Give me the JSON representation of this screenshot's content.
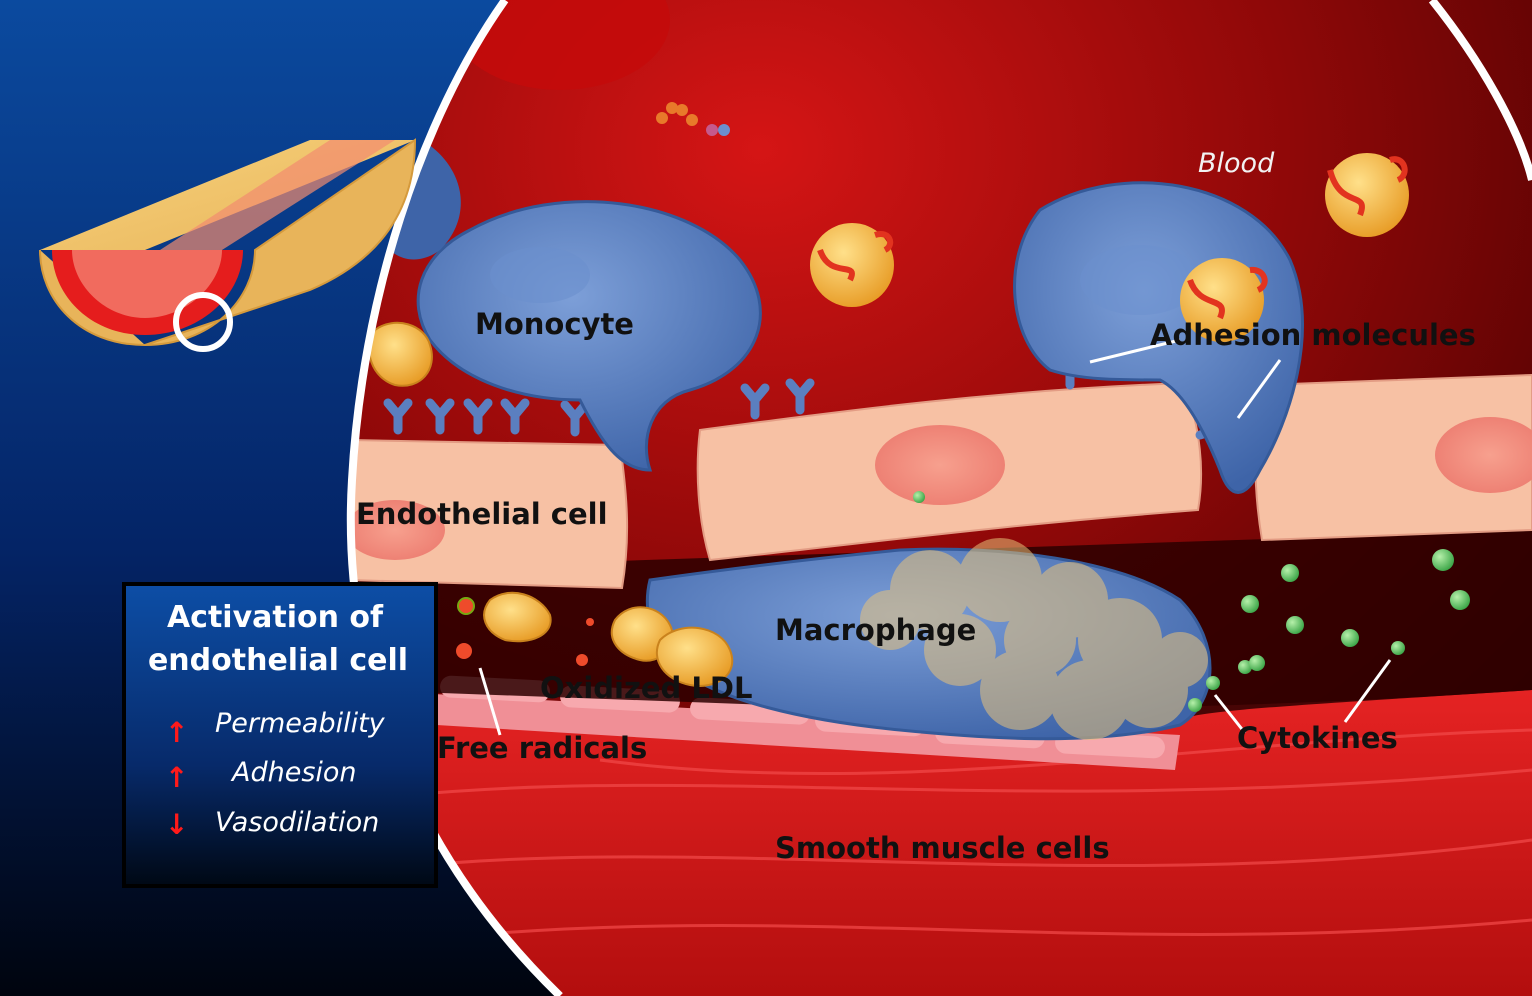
{
  "labels": {
    "blood": "Blood",
    "monocyte": "Monocyte",
    "adhesion_molecules": "Adhesion molecules",
    "endothelial_cell": "Endothelial cell",
    "macrophage": "Macrophage",
    "oxidized_ldl": "Oxidized LDL",
    "free_radicals": "Free radicals",
    "cytokines": "Cytokines",
    "smooth_muscle_cells": "Smooth muscle cells"
  },
  "info_box": {
    "title_line1": "Activation of",
    "title_line2": "endothelial cell",
    "items": [
      {
        "label": "Permeability",
        "direction": "up",
        "arrow": "↑"
      },
      {
        "label": "Adhesion",
        "direction": "up",
        "arrow": "↑"
      },
      {
        "label": "Vasodilation",
        "direction": "down",
        "arrow": "↓"
      }
    ]
  },
  "colors": {
    "background_top": "#0a3d8f",
    "background_bottom": "#000814",
    "blood": "#9b0a0a",
    "cell_blue": "#4f74b5",
    "endothelium": "#f7c1a4",
    "muscle": "#d71f1f",
    "ldl": "#f2b23c",
    "cytokine": "#5ec262",
    "arrow": "#ff1a1a"
  }
}
